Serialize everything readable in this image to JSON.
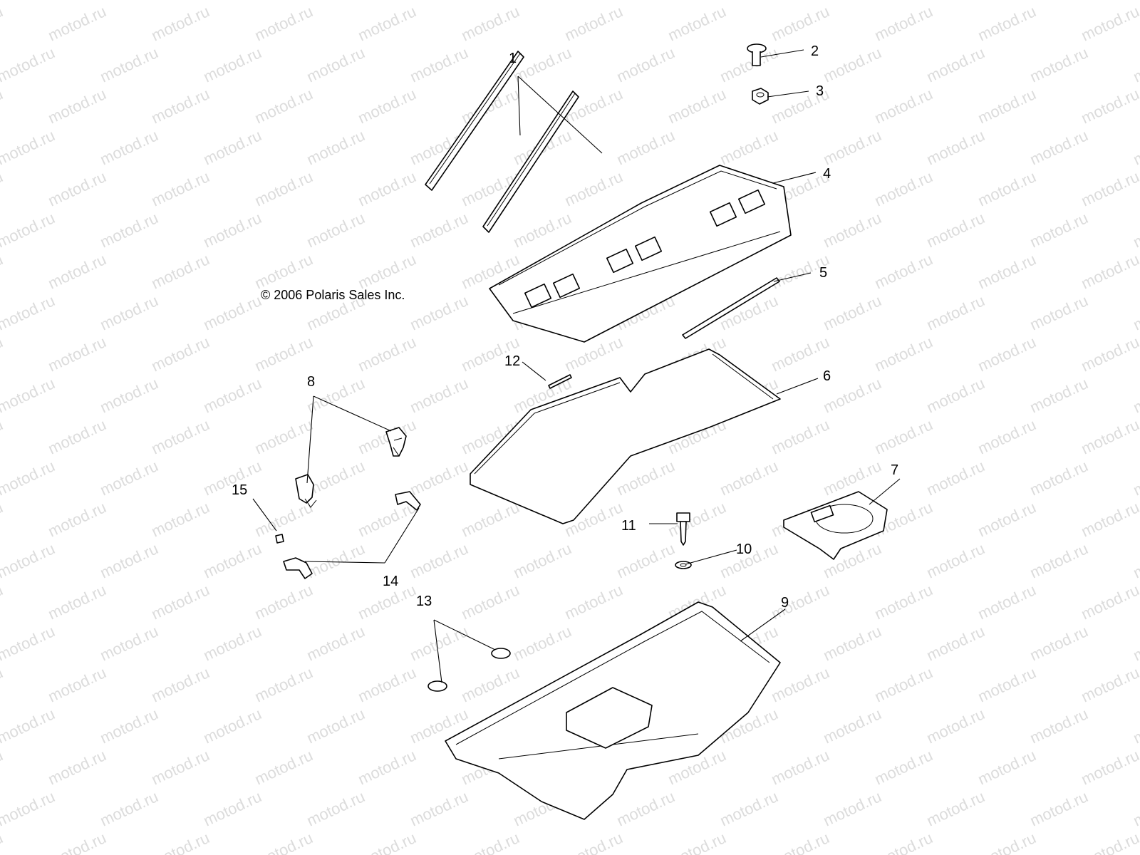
{
  "copyright": "© 2006 Polaris Sales Inc.",
  "watermark_text": "motod.ru",
  "callouts": {
    "c1": "1",
    "c2": "2",
    "c3": "3",
    "c4": "4",
    "c5": "5",
    "c6": "6",
    "c7": "7",
    "c8": "8",
    "c9": "9",
    "c10": "10",
    "c11": "11",
    "c12": "12",
    "c13": "13",
    "c14": "14",
    "c15": "15"
  },
  "colors": {
    "line": "#000000",
    "watermark": "#dcdcdc",
    "background": "#ffffff"
  }
}
